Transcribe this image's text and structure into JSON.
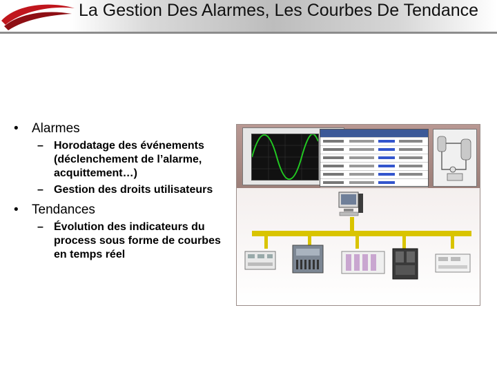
{
  "title": "La Gestion Des Alarmes, Les Courbes De Tendance",
  "bullets": [
    {
      "label": "Alarmes",
      "marker": "•",
      "items": [
        {
          "marker": "–",
          "text": "Horodatage des événements (déclenchement de l’alarme, acquittement…)"
        },
        {
          "marker": "–",
          "text": "Gestion des droits utilisateurs"
        }
      ]
    },
    {
      "label": "Tendances",
      "marker": "•",
      "items": [
        {
          "marker": "–",
          "text": "Évolution des indicateurs du process sous forme de courbes en temps réel"
        }
      ]
    }
  ],
  "illustration": {
    "icons": [
      "logo-swoosh-icon",
      "oscilloscope-trend-screenshot",
      "alarm-table-screenshot",
      "process-mimic-screenshot",
      "workstation-monitor-icon",
      "industrial-network-bus",
      "plc-device-icon"
    ],
    "colors": {
      "top_panel": "#a88a84",
      "network_bus": "#d9c400",
      "trend_curve": "#22c922",
      "table_header": "#3b5998"
    }
  }
}
